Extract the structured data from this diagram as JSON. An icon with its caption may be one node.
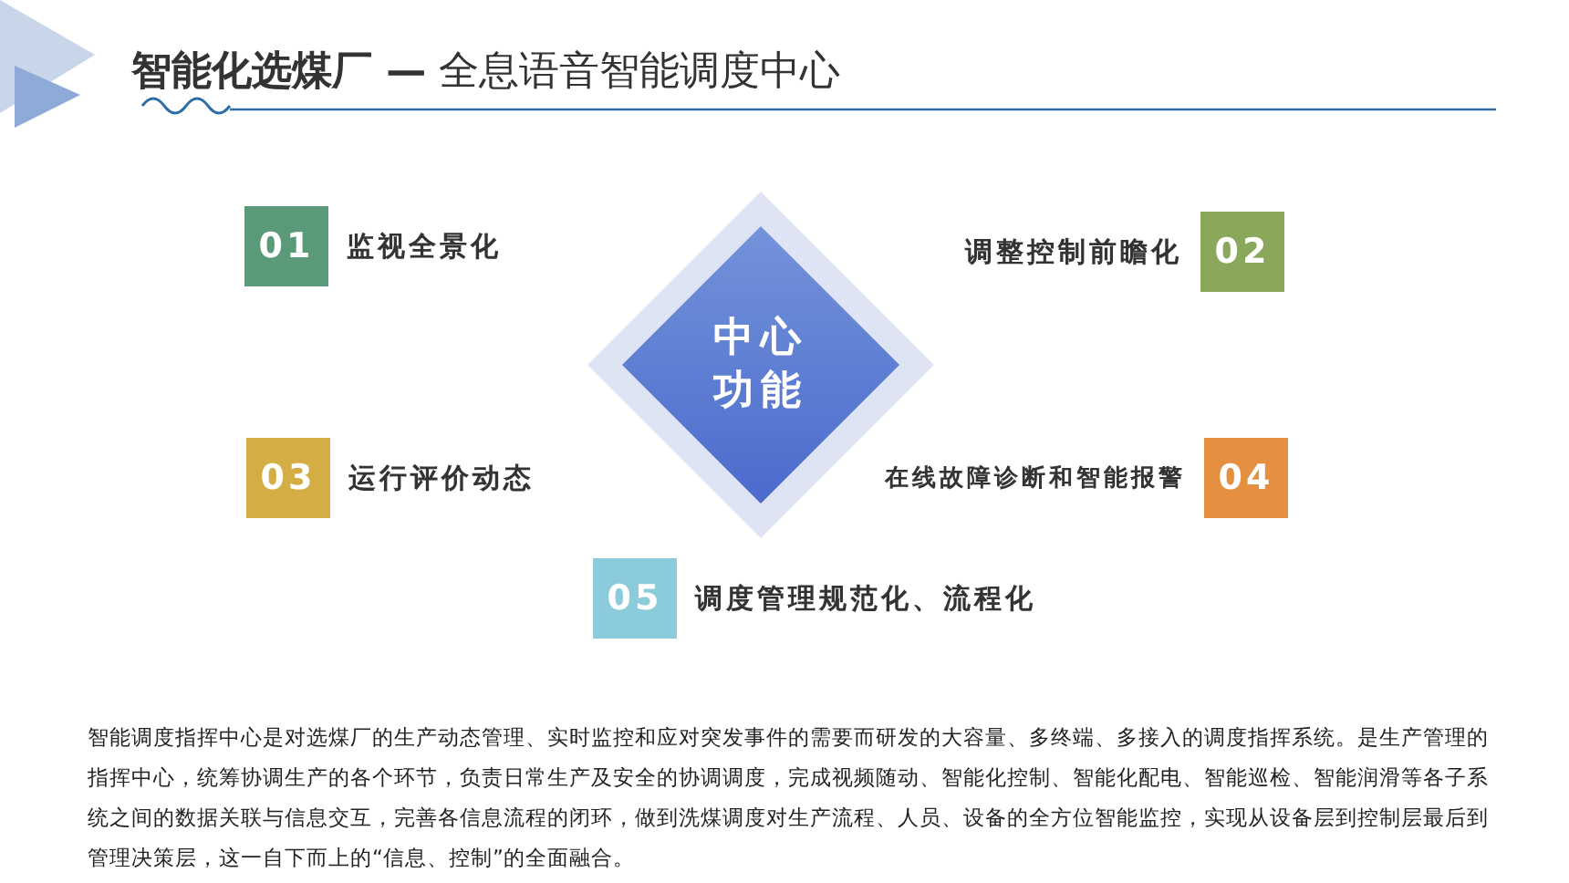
{
  "diagram": {
    "title": "**智能化选煤厂 —** 全息语音智能调度中心",
    "nodes": [
      {
        "text": [
          "中心功能"
        ]
      },
      {
        "text": [
          "01",
          "监视全景化"
        ]
      },
      {
        "text": [
          "调整控制前瞻化",
          "02"
        ]
      },
      {
        "text": [
          "03",
          "运行评价动态"
        ]
      },
      {
        "text": [
          "在线故障诊断和智能报警",
          "04"
        ]
      },
      {
        "text": [
          "05",
          "调度管理规范化、流程化"
        ]
      }
    ],
    "edges": [],
    "caption": "智能调度指挥中心是对选煤厂的生产动态管理、实时监控和应对突发事件的需要而研发的大容量、多终端、多接入的调度指挥系统。是生产管理的指挥中心，统筹协调生产的各个环节，负责日常生产及安全的协调调度，完成视频随动、智能化控制、智能化配电、智能巡检、智能润滑等各子系统之间的数据关联与信息交互，完善各信息流程的闭环，做到洗煤调度对生产流程、人员、设备的全方位智能监控，实现从设备层到控制层最后到管理决策层，这一自下而上的“信息、控制”的全面融合。"
  }
}
